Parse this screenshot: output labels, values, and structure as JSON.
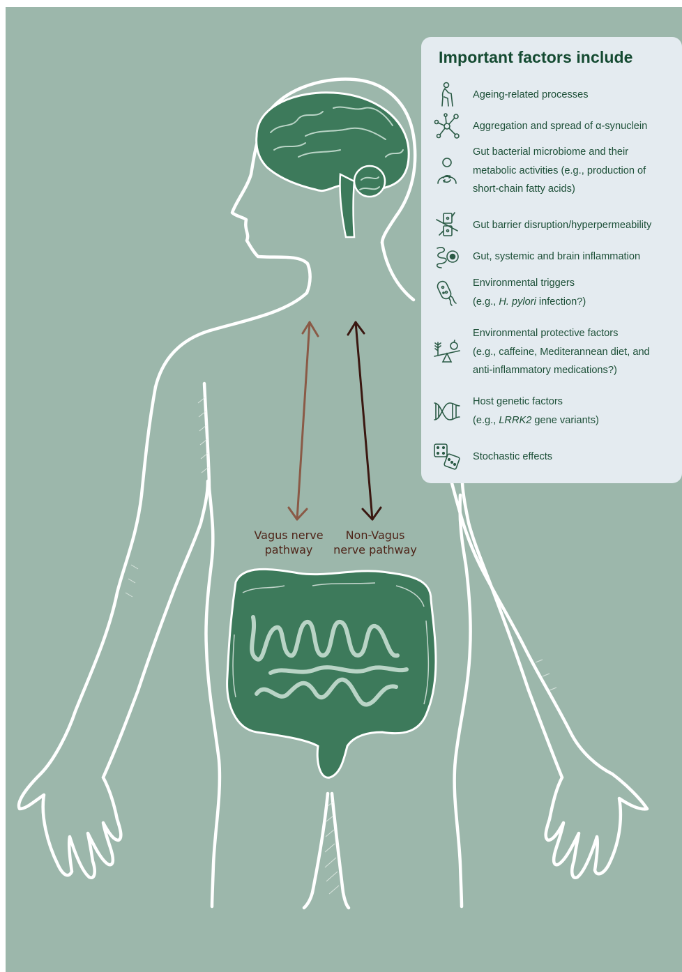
{
  "labels": {
    "vagus_line1": "Vagus nerve",
    "vagus_line2": "pathway",
    "nonvagus_line1": "Non-Vagus",
    "nonvagus_line2": "nerve pathway"
  },
  "panel": {
    "title": "Important factors include",
    "factors": [
      {
        "icon": "elderly-person-icon",
        "lines": [
          "Ageing-related processes"
        ]
      },
      {
        "icon": "molecule-network-icon",
        "lines": [
          "Aggregation and spread of α-synuclein"
        ]
      },
      {
        "icon": "microbiome-person-icon",
        "lines": [
          "Gut bacterial microbiome and their",
          "metabolic activities (e.g., production of",
          "short-chain fatty acids)"
        ]
      },
      {
        "icon": "gut-barrier-icon",
        "lines": [
          "Gut barrier disruption/hyperpermeability"
        ]
      },
      {
        "icon": "inflammation-gut-icon",
        "lines": [
          "Gut, systemic and brain inflammation"
        ]
      },
      {
        "icon": "bacterium-icon",
        "lines": [
          "Environmental triggers",
          "(e.g., H. pylori infection?)"
        ]
      },
      {
        "icon": "balance-scale-icon",
        "lines": [
          "Environmental protective factors",
          "(e.g., caffeine, Mediterannean diet, and",
          "anti-inflammatory medications?)"
        ]
      },
      {
        "icon": "dna-icon",
        "lines": [
          "Host genetic factors",
          "(e.g., LRRK2 gene variants)"
        ]
      },
      {
        "icon": "dice-icon",
        "lines": [
          "Stochastic effects"
        ]
      }
    ]
  },
  "colors": {
    "background": "#9cb7ab",
    "panel": "#e4ebf0",
    "title": "#144a31",
    "text": "#1c4f37",
    "organ_green": "#3d7a5b",
    "vagus_arrow": "#8a5a46",
    "nonvagus_arrow": "#3a1710"
  }
}
